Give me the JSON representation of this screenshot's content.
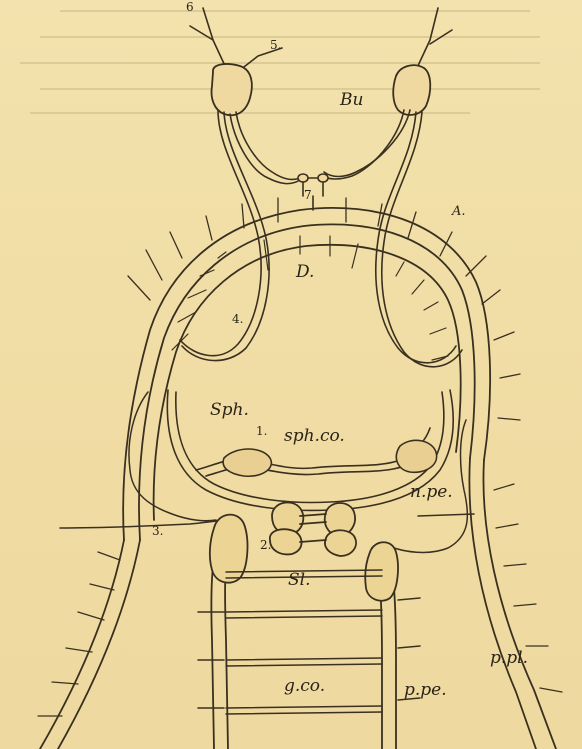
{
  "colors": {
    "paper": "#f1dea6",
    "ink": "#2a2418"
  },
  "labels": {
    "l6": "6",
    "l5": "5.",
    "bu": "Bu",
    "l7": "7",
    "a": "A.",
    "d": "D.",
    "l4": "4.",
    "sph": "Sph.",
    "l1": "1.",
    "sph_co": "sph.co.",
    "n_pe": "n.pe.",
    "l3": "3.",
    "l2": "2.",
    "sl": "Sl.",
    "p_pl": "p.pl.",
    "g_co": "g.co.",
    "p_pe": "p.pe."
  }
}
